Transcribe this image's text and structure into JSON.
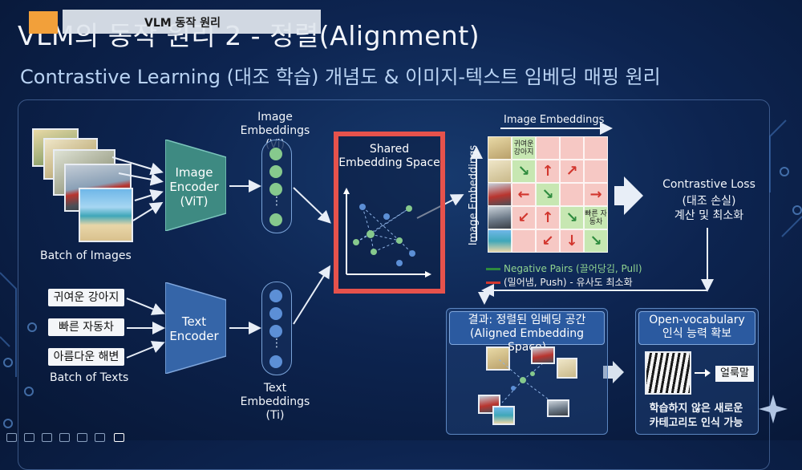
{
  "slide": {
    "tab_label": "VLM 동작 원리",
    "title": "VLM의 동작 원리 2 - 정렬(Alignment)",
    "subtitle": "Contrastive Learning (대조 학습) 개념도 & 이미지-텍스트 임베딩 매핑 원리"
  },
  "encoders": {
    "batch_images_label": "Batch of Images",
    "image_encoder_label": "Image Encoder (ViT)",
    "text_encoder_label": "Text Encoder",
    "batch_texts_label": "Batch of Texts",
    "text_inputs": [
      "귀여운 강아지",
      "빠른 자동차",
      "아름다운 해변"
    ]
  },
  "embeddings": {
    "image_label": "Image Embeddings (Vi)",
    "text_label": "Text Embeddings (Ti)",
    "dots_glyph": "⋮"
  },
  "shared_space": {
    "title": "Shared Embedding Space"
  },
  "matrix": {
    "top_label": "Image Embeddings",
    "side_label": "Image Embeddings",
    "cell_label_1": "귀여운 강아지",
    "cell_label_2": "빠른 자동차",
    "legend_negative": "Negative Pairs (끌어당김, Pull)",
    "legend_push": "(밀어냄, Push) - 유사도 최소화",
    "colors": {
      "positive": "#c7e7b2",
      "negative": "#f6c8c4",
      "pos_arrow": "#2e8b3e",
      "neg_arrow": "#d2362e"
    }
  },
  "loss": {
    "line1": "Contrastive Loss",
    "line2": "(대조 손실)",
    "line3": "계산 및 최소화"
  },
  "result_panel": {
    "title_line1": "결과: 정렬된 임베딩 공간",
    "title_line2": "(Aligned Embedding Space)"
  },
  "open_vocab_panel": {
    "title_line1": "Open-vocabulary",
    "title_line2": "인식 능력 확보",
    "answer": "얼룩말",
    "caption_line1": "학습하지 않은 새로운",
    "caption_line2": "카테고리도 인식 가능"
  },
  "accent_colors": {
    "highlight_box": "#e6524c",
    "encoder": "#3e8a82",
    "image_dot": "#86c98d",
    "text_dot": "#5c8fd6"
  }
}
